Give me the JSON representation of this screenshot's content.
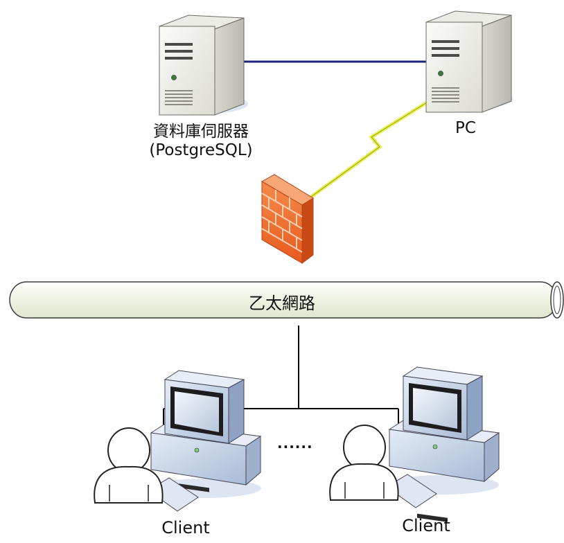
{
  "nodes": {
    "db_server": {
      "name": "資料庫伺服器",
      "software": "(PostgreSQL)"
    },
    "pc": {
      "name": "PC"
    },
    "network": {
      "name": "乙太網路"
    },
    "clients": [
      {
        "name": "Client"
      },
      {
        "name": "Client"
      }
    ],
    "ellipsis": "......"
  },
  "colors": {
    "db_link": "#1a237e",
    "wireless_link": "#e6ee4a",
    "firewall": "#ee6d2a",
    "bus_fill": "#f3f7ea",
    "server_body": "#e6e6e0",
    "monitor_body": "#c7d5ea"
  },
  "icons": [
    "server-icon",
    "firewall-icon",
    "workstation-icon",
    "user-icon",
    "keyboard-icon",
    "lightning-link-icon"
  ]
}
